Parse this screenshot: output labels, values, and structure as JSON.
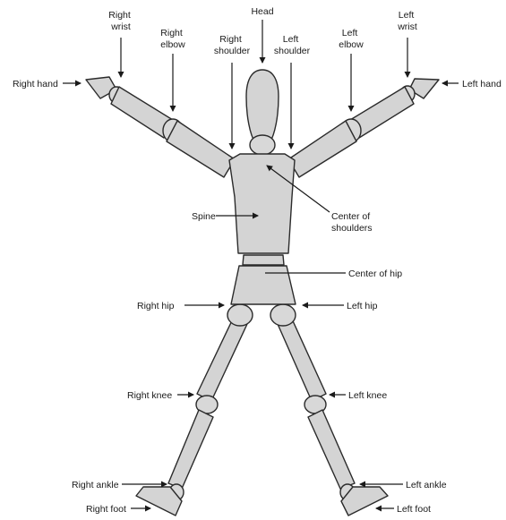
{
  "labels": {
    "head": "Head",
    "right_wrist": [
      "Right",
      "wrist"
    ],
    "right_elbow": [
      "Right",
      "elbow"
    ],
    "right_shoulder": [
      "Right",
      "shoulder"
    ],
    "left_shoulder": [
      "Left",
      "shoulder"
    ],
    "left_elbow": [
      "Left",
      "elbow"
    ],
    "left_wrist": [
      "Left",
      "wrist"
    ],
    "right_hand": "Right hand",
    "left_hand": "Left hand",
    "spine": "Spine",
    "center_of_shoulders": [
      "Center of",
      "shoulders"
    ],
    "center_of_hip": "Center of hip",
    "right_hip": "Right hip",
    "left_hip": "Left hip",
    "right_knee": "Right knee",
    "left_knee": "Left knee",
    "right_ankle": "Right ankle",
    "left_ankle": "Left ankle",
    "right_foot": "Right foot",
    "left_foot": "Left foot"
  }
}
